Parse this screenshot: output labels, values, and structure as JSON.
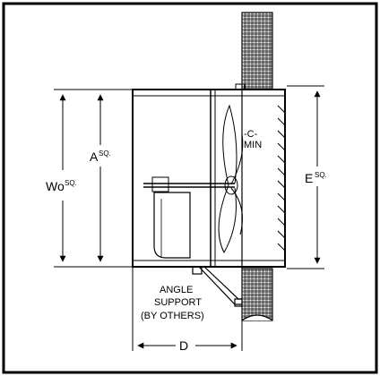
{
  "labels": {
    "a": "A",
    "a_sup": "SQ.",
    "wo": "Wo",
    "wo_sup": "SQ.",
    "e": "E",
    "e_sup": "SQ.",
    "c": "-C-",
    "min": "MIN",
    "angle": "ANGLE",
    "support": "SUPPORT",
    "by_others": "(BY OTHERS)",
    "d": "D"
  },
  "colors": {
    "line": "#000000",
    "background": "#ffffff"
  }
}
